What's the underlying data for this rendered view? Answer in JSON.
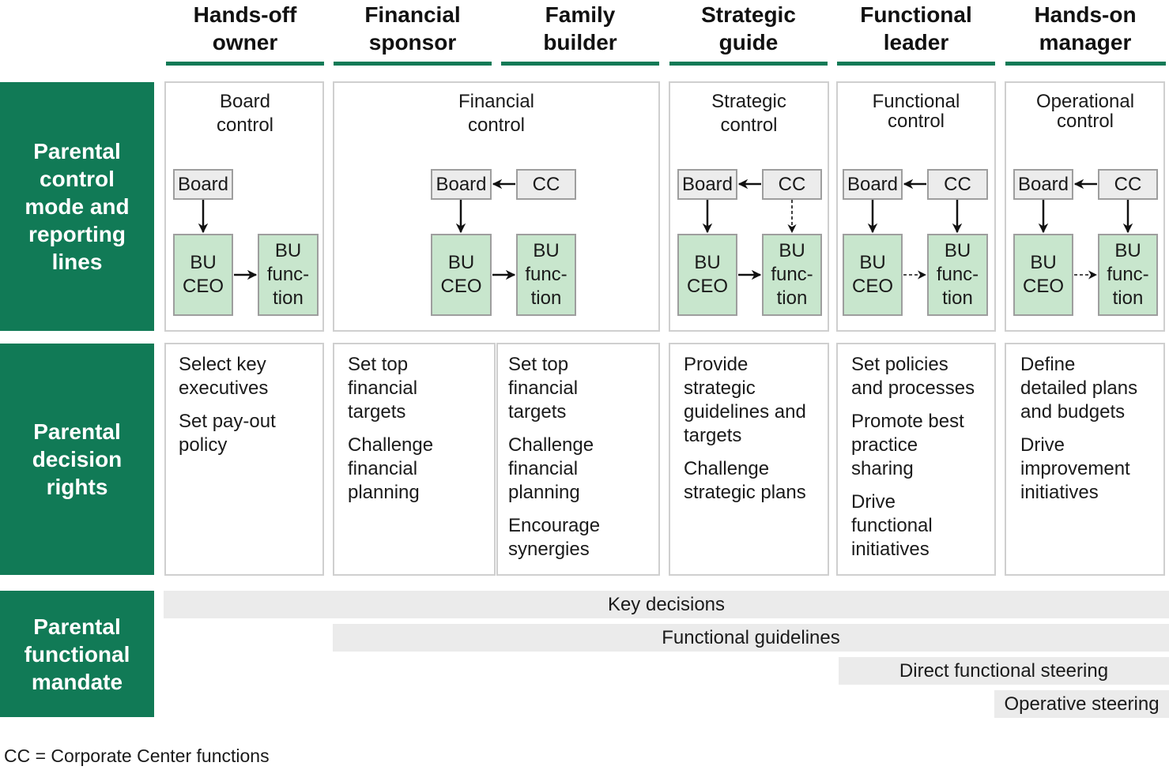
{
  "columns": [
    {
      "label": "Hands-off\nowner"
    },
    {
      "label": "Financial\nsponsor"
    },
    {
      "label": "Family\nbuilder"
    },
    {
      "label": "Strategic\nguide"
    },
    {
      "label": "Functional\nleader"
    },
    {
      "label": "Hands-on\nmanager"
    }
  ],
  "rows": {
    "control": "Parental\ncontrol\nmode and\nreporting\nlines",
    "decision": "Parental\ndecision\nrights",
    "mandate": "Parental\nfunctional\nmandate"
  },
  "control_titles": {
    "board": "Board\ncontrol",
    "financial": "Financial\ncontrol",
    "strategic": "Strategic\ncontrol",
    "functional": "Functional\ncontrol",
    "operational": "Operational\ncontrol"
  },
  "boxes": {
    "board": "Board",
    "cc": "CC",
    "bu_ceo": "BU\nCEO",
    "bu_function": "BU\nfunc-\ntion"
  },
  "decision_rights": {
    "hands_off": [
      "Select key\nexecutives",
      "Set pay-out\npolicy"
    ],
    "financial_sponsor": [
      "Set top\nfinancial\ntargets",
      "Challenge\nfinancial\nplanning"
    ],
    "family_builder": [
      "Set top\nfinancial\ntargets",
      "Challenge\nfinancial\nplanning",
      "Encourage\nsynergies"
    ],
    "strategic_guide": [
      "Provide\nstrategic\nguidelines and\ntargets",
      "Challenge\nstrategic plans"
    ],
    "functional_leader": [
      "Set policies\nand processes",
      "Promote best\npractice\nsharing",
      "Drive\nfunctional\ninitiatives"
    ],
    "hands_on": [
      "Define\ndetailed plans\nand budgets",
      "Drive\nimprovement\ninitiatives"
    ]
  },
  "mandate_bars": {
    "key_decisions": "Key decisions",
    "functional_guidelines": "Functional guidelines",
    "direct_functional_steering": "Direct functional steering",
    "operative_steering": "Operative steering"
  },
  "footnote": "CC = Corporate Center functions",
  "colors": {
    "accent": "#117a56",
    "bu_fill": "#c8e6cd",
    "box_fill": "#ececec",
    "bar_fill": "#ebebeb"
  }
}
